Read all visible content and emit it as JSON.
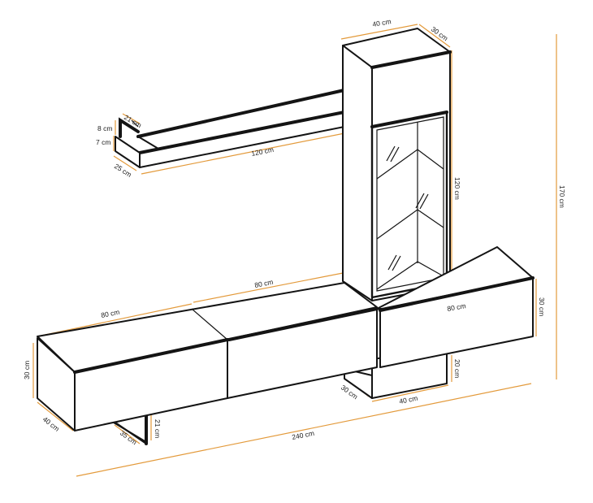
{
  "colors": {
    "outline": "#141414",
    "dimension_line": "#e39a3b",
    "background": "#ffffff"
  },
  "dimensions": {
    "shelf_thickness_top": "8 cm",
    "shelf_thickness_bottom": "7 cm",
    "shelf_bracket_depth": "21 cm",
    "shelf_depth": "25 cm",
    "shelf_width": "120 cm",
    "tower_width": "40 cm",
    "tower_depth": "30 cm",
    "tower_glass_height": "120 cm",
    "overall_height": "170 cm",
    "left_unit_width": "80 cm",
    "middle_unit_width": "80 cm",
    "right_unit_width": "80 cm",
    "right_unit_height": "30 cm",
    "left_unit_height": "30 cm",
    "left_unit_depth": "40 cm",
    "left_leg_depth": "35 cm",
    "left_leg_height": "21 cm",
    "plinth_depth": "30 cm",
    "plinth_width": "40 cm",
    "plinth_height": "20 cm",
    "overall_width": "240 cm"
  }
}
